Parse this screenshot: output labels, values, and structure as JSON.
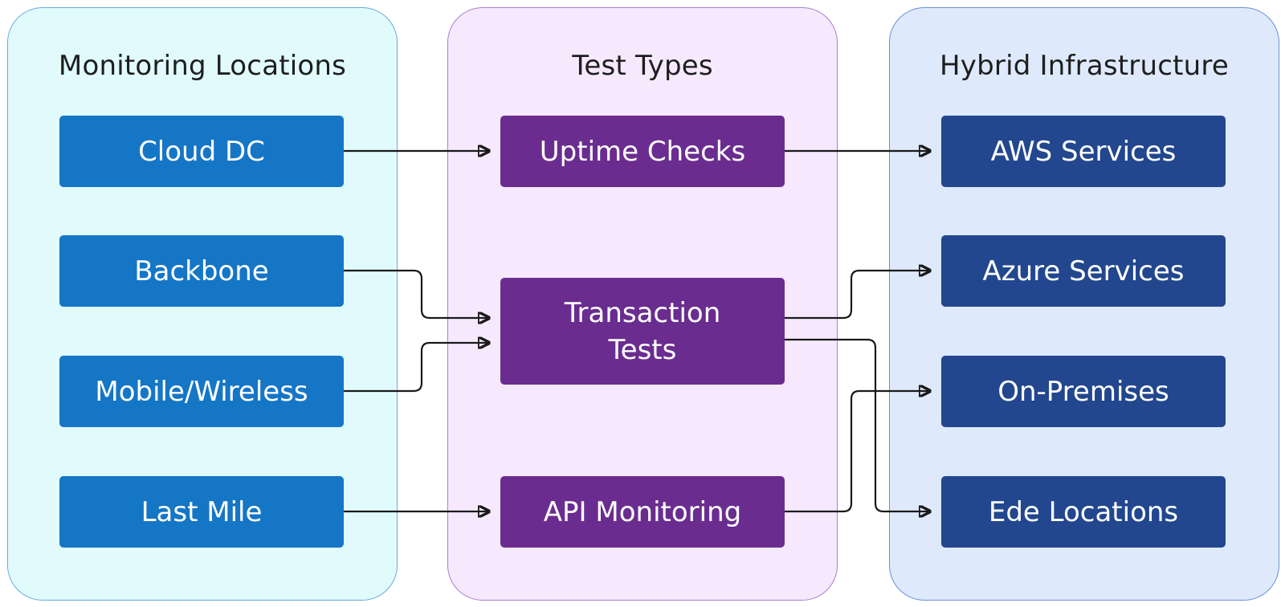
{
  "columns": {
    "locations": {
      "title": "Monitoring Locations",
      "nodes": [
        "Cloud DC",
        "Backbone",
        "Mobile/Wireless",
        "Last Mile"
      ]
    },
    "tests": {
      "title": "Test Types",
      "nodes": [
        "Uptime Checks",
        "Transaction Tests",
        "API Monitoring"
      ]
    },
    "infrastructure": {
      "title": "Hybrid Infrastructure",
      "nodes": [
        "AWS Services",
        "Azure Services",
        "On-Premises",
        "Ede Locations"
      ]
    }
  },
  "colors": {
    "location_node": "#1576c6",
    "test_node": "#6a2d8f",
    "infrastructure_node": "#22478e",
    "locations_panel": "#e1fbfd",
    "tests_panel": "#f6e9fd",
    "infrastructure_panel": "#deeafb",
    "connector": "#1a1a1a"
  },
  "connections": [
    {
      "from": "Cloud DC",
      "to": "Uptime Checks"
    },
    {
      "from": "Backbone",
      "to": "Transaction Tests"
    },
    {
      "from": "Mobile/Wireless",
      "to": "Transaction Tests"
    },
    {
      "from": "Last Mile",
      "to": "API Monitoring"
    },
    {
      "from": "Uptime Checks",
      "to": "AWS Services"
    },
    {
      "from": "Transaction Tests",
      "to": "Azure Services"
    },
    {
      "from": "Transaction Tests",
      "to": "Ede Locations"
    },
    {
      "from": "API Monitoring",
      "to": "On-Premises"
    }
  ]
}
